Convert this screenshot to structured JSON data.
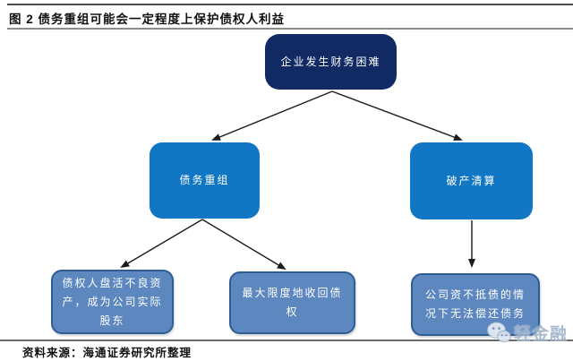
{
  "header": {
    "title": "图 2 债务重组可能会一定程度上保护债权人利益"
  },
  "flowchart": {
    "root": {
      "label": "企业发生财务困难"
    },
    "level2": [
      {
        "label": "债务重组"
      },
      {
        "label": "破产清算"
      }
    ],
    "level3": [
      {
        "label": "债权人盘活不良资产，成为公司实际股东"
      },
      {
        "label": "最大限度地收回债权"
      },
      {
        "label": "公司资不抵债的情况下无法偿还债务"
      }
    ]
  },
  "footer": {
    "source": "资料来源：海通证券研究所整理"
  },
  "watermark": {
    "icon": "wechat-icon",
    "text": "轻金融"
  },
  "colors": {
    "root_fill": "#112a64",
    "level2_fill": "#1176c4",
    "level3_fill": "#5d87bf",
    "level3_border": "#2e5c94",
    "arrow": "#1a1a1a",
    "watermark_text": "#9fb3cb"
  }
}
